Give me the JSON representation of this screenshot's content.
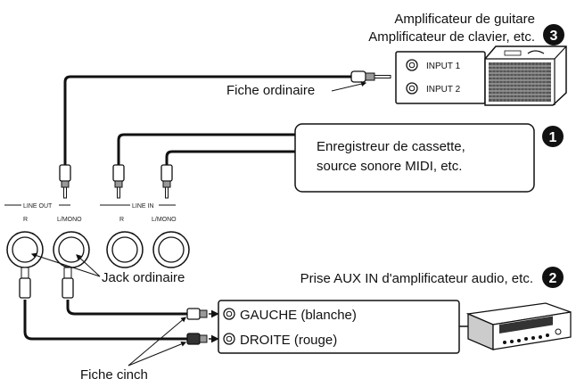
{
  "amplifier": {
    "line1": "Amplificateur de guitare",
    "line2": "Amplificateur de clavier, etc.",
    "number": "3",
    "input1": "INPUT 1",
    "input2": "INPUT 2"
  },
  "fiche_ordinaire": "Fiche ordinaire",
  "recorder": {
    "number": "1",
    "line1": "Enregistreur de cassette,",
    "line2": "source sonore MIDI, etc."
  },
  "panel": {
    "line_out": "LINE OUT",
    "line_in": "LINE IN",
    "r1": "R",
    "lmono1": "L/MONO",
    "r2": "R",
    "lmono2": "L/MONO"
  },
  "jack_ordinaire": "Jack ordinaire",
  "aux": {
    "title": "Prise AUX IN d'amplificateur audio, etc.",
    "number": "2",
    "left": "GAUCHE (blanche)",
    "right": "DROITE (rouge)"
  },
  "fiche_cinch": "Fiche cinch"
}
